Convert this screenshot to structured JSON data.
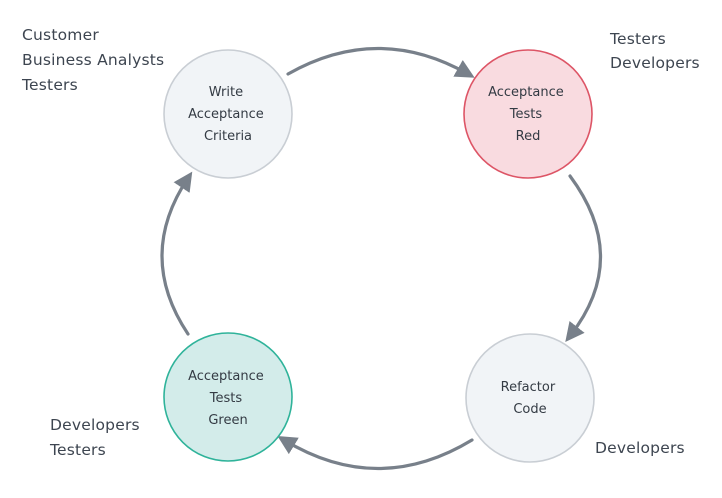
{
  "colors": {
    "neutral_fill": "#f1f4f7",
    "neutral_stroke": "#c9ced4",
    "red_fill": "#f9dbe0",
    "red_stroke": "#dd5566",
    "green_fill": "#d3ecea",
    "green_stroke": "#2fb39a",
    "arrow": "#78808a",
    "role_text": "#3d4550",
    "node_text": "#343b44"
  },
  "nodes": {
    "write": {
      "lines": [
        "Write",
        "Acceptance",
        "Criteria"
      ],
      "state": "neutral"
    },
    "red": {
      "lines": [
        "Acceptance",
        "Tests",
        "Red"
      ],
      "state": "red"
    },
    "refactor": {
      "lines": [
        "Refactor",
        "Code"
      ],
      "state": "neutral"
    },
    "green": {
      "lines": [
        "Acceptance",
        "Tests",
        "Green"
      ],
      "state": "green"
    }
  },
  "roles": {
    "top_left": [
      "Customer",
      "Business Analysts",
      "Testers"
    ],
    "top_right": [
      "Testers",
      "Developers"
    ],
    "bottom_right": [
      "Developers"
    ],
    "bottom_left": [
      "Developers",
      "Testers"
    ]
  }
}
